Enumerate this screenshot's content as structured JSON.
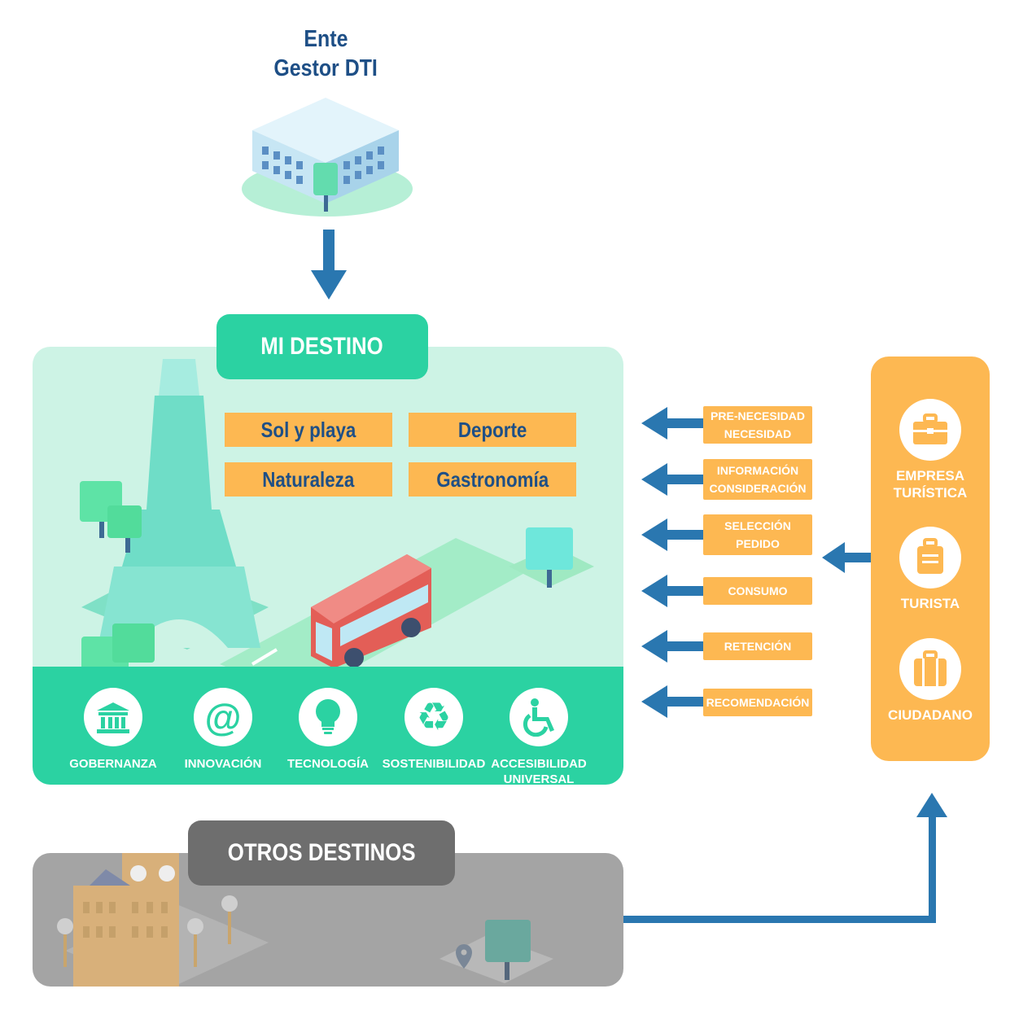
{
  "ente": {
    "line1": "Ente",
    "line2": "Gestor DTI"
  },
  "mi_destino": {
    "title": "MI DESTINO",
    "tags": [
      "Sol y playa",
      "Deporte",
      "Naturaleza",
      "Gastronomía"
    ],
    "values": [
      {
        "label": "GOBERNANZA",
        "icon": "government-building-icon"
      },
      {
        "label": "INNOVACIÓN",
        "icon": "at-sign-icon"
      },
      {
        "label": "TECNOLOGÍA",
        "icon": "lightbulb-icon"
      },
      {
        "label": "SOSTENIBILIDAD",
        "icon": "recycle-icon"
      },
      {
        "label": "ACCESIBILIDAD",
        "label2": "UNIVERSAL",
        "icon": "wheelchair-icon"
      }
    ]
  },
  "otros": {
    "title": "OTROS DESTINOS"
  },
  "stages": [
    {
      "line1": "PRE-NECESIDAD",
      "line2": "NECESIDAD"
    },
    {
      "line1": "INFORMACIÓN",
      "line2": "CONSIDERACIÓN"
    },
    {
      "line1": "SELECCIÓN",
      "line2": "PEDIDO"
    },
    {
      "line1": "CONSUMO"
    },
    {
      "line1": "RETENCIÓN"
    },
    {
      "line1": "RECOMENDACIÓN"
    }
  ],
  "actors": [
    {
      "line1": "EMPRESA",
      "line2": "TURÍSTICA",
      "icon": "briefcase-icon"
    },
    {
      "line1": "TURISTA",
      "icon": "suitcase-icon"
    },
    {
      "line1": "CIUDADANO",
      "icon": "luggage-icon"
    }
  ],
  "colors": {
    "navy": "#1e4f86",
    "arrow": "#2a77b0",
    "green": "#2bd2a2",
    "mint": "#cdf3e5",
    "orange": "#fdb852",
    "gray_panel": "#a4a4a4",
    "gray_header": "#6e6e6e"
  }
}
